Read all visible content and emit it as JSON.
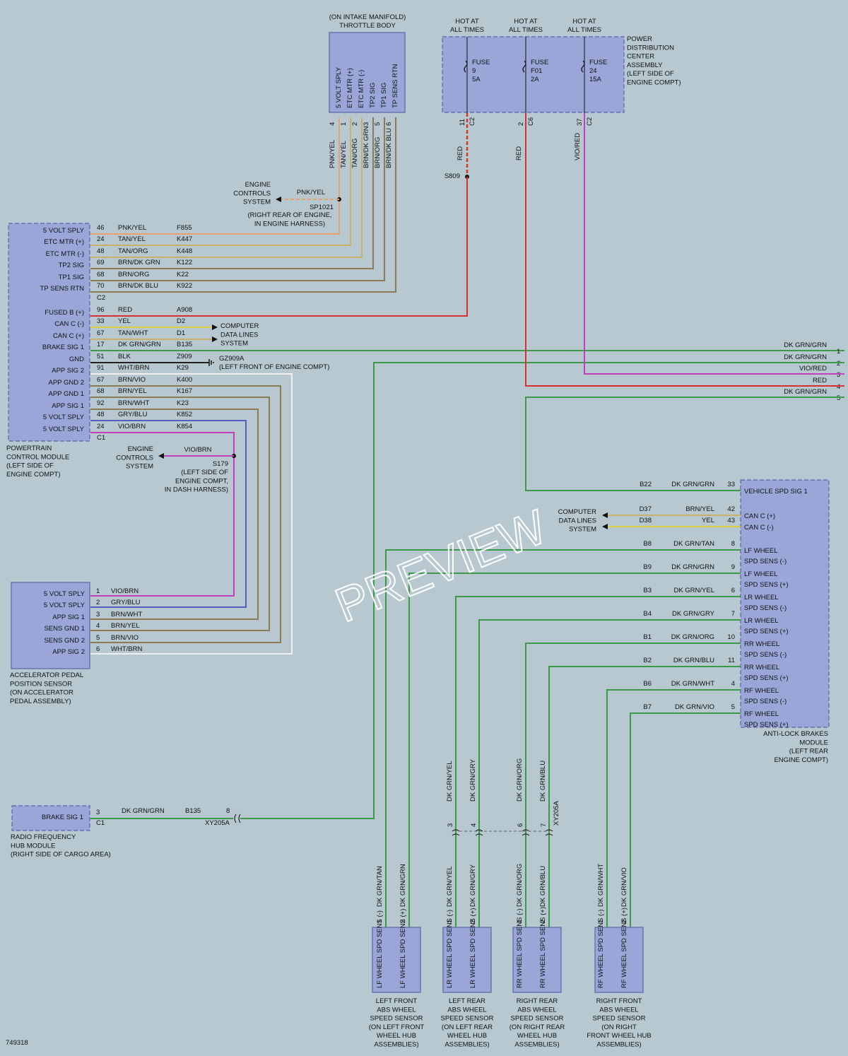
{
  "diagram_id": "749318",
  "watermark": "PREVIEW",
  "throttle_body": {
    "title_l1": "(ON INTAKE MANIFOLD)",
    "title_l2": "THROTTLE BODY",
    "pins": [
      {
        "label": "5 VOLT SPLY",
        "num": "4",
        "wire": "PNK/YEL"
      },
      {
        "label": "ETC MTR (+)",
        "num": "1",
        "wire": "TAN/YEL"
      },
      {
        "label": "ETC MTR (-)",
        "num": "2",
        "wire": "TAN/ORG"
      },
      {
        "label": "TP2 SIG",
        "num": "3",
        "wire": "BRN/DK GRN"
      },
      {
        "label": "TP1 SIG",
        "num": "5",
        "wire": "BRN/ORG"
      },
      {
        "label": "TP SENS RTN",
        "num": "6",
        "wire": "BRN/DK BLU"
      }
    ]
  },
  "pdc": {
    "title": [
      "POWER",
      "DISTRIBUTION",
      "CENTER",
      "ASSEMBLY",
      "(LEFT SIDE OF",
      "ENGINE COMPT)"
    ],
    "hot": "HOT AT",
    "all_times": "ALL TIMES",
    "fuses": [
      {
        "fuse": "FUSE",
        "num": "9",
        "amp": "5A",
        "pin": "11",
        "conn": "C2",
        "wire": "RED"
      },
      {
        "fuse": "FUSE",
        "num": "F01",
        "amp": "2A",
        "pin": "2",
        "conn": "C6",
        "wire": "RED"
      },
      {
        "fuse": "FUSE",
        "num": "24",
        "amp": "15A",
        "pin": "37",
        "conn": "C2",
        "wire": "VIO/RED"
      }
    ]
  },
  "splices": {
    "s809": "S809",
    "sp1021": "SP1021",
    "sp1021_loc": [
      "(RIGHT REAR OF ENGINE,",
      "IN ENGINE HARNESS)"
    ],
    "s179": "S179",
    "s179_loc": [
      "(LEFT SIDE OF",
      "ENGINE COMPT,",
      "IN DASH HARNESS)"
    ],
    "ecs": [
      "ENGINE",
      "CONTROLS",
      "SYSTEM"
    ],
    "pnk_yel": "PNK/YEL",
    "vio_brn": "VIO/BRN",
    "gz909a": "GZ909A",
    "gz909a_loc": "(LEFT FRONT OF ENGINE COMPT)",
    "cdl": [
      "COMPUTER",
      "DATA LINES",
      "SYSTEM"
    ]
  },
  "pcm": {
    "title": [
      "POWERTRAIN",
      "CONTROL MODULE",
      "(LEFT SIDE OF",
      "ENGINE COMPT)"
    ],
    "c2": "C2",
    "c1": "C1",
    "pins": [
      {
        "label": "5 VOLT SPLY",
        "num": "46",
        "wire": "PNK/YEL",
        "circuit": "F855"
      },
      {
        "label": "ETC MTR (+)",
        "num": "24",
        "wire": "TAN/YEL",
        "circuit": "K447"
      },
      {
        "label": "ETC MTR (-)",
        "num": "48",
        "wire": "TAN/ORG",
        "circuit": "K448"
      },
      {
        "label": "TP2 SIG",
        "num": "69",
        "wire": "BRN/DK GRN",
        "circuit": "K122"
      },
      {
        "label": "TP1 SIG",
        "num": "68",
        "wire": "BRN/ORG",
        "circuit": "K22"
      },
      {
        "label": "TP SENS RTN",
        "num": "70",
        "wire": "BRN/DK BLU",
        "circuit": "K922"
      },
      {
        "label": "FUSED B (+)",
        "num": "96",
        "wire": "RED",
        "circuit": "A908"
      },
      {
        "label": "CAN C (-)",
        "num": "33",
        "wire": "YEL",
        "circuit": "D2"
      },
      {
        "label": "CAN C (+)",
        "num": "67",
        "wire": "TAN/WHT",
        "circuit": "D1"
      },
      {
        "label": "BRAKE SIG 1",
        "num": "17",
        "wire": "DK GRN/GRN",
        "circuit": "B135"
      },
      {
        "label": "GND",
        "num": "51",
        "wire": "BLK",
        "circuit": "Z909"
      },
      {
        "label": "APP SIG 2",
        "num": "91",
        "wire": "WHT/BRN",
        "circuit": "K29"
      },
      {
        "label": "APP GND 2",
        "num": "67",
        "wire": "BRN/VIO",
        "circuit": "K400"
      },
      {
        "label": "APP GND 1",
        "num": "68",
        "wire": "BRN/YEL",
        "circuit": "K167"
      },
      {
        "label": "APP SIG 1",
        "num": "92",
        "wire": "BRN/WHT",
        "circuit": "K23"
      },
      {
        "label": "5 VOLT SPLY",
        "num": "48",
        "wire": "GRY/BLU",
        "circuit": "K852"
      },
      {
        "label": "5 VOLT SPLY",
        "num": "24",
        "wire": "VIO/BRN",
        "circuit": "K854"
      }
    ]
  },
  "right_connector": [
    {
      "num": "1",
      "wire": "DK GRN/GRN"
    },
    {
      "num": "2",
      "wire": "DK GRN/GRN"
    },
    {
      "num": "3",
      "wire": "VIO/RED"
    },
    {
      "num": "4",
      "wire": "RED"
    },
    {
      "num": "5",
      "wire": "DK GRN/GRN"
    }
  ],
  "apps": {
    "title": [
      "ACCELERATOR PEDAL",
      "POSITION SENSOR",
      "(ON ACCELERATOR",
      "PEDAL ASSEMBLY)"
    ],
    "pins": [
      {
        "label": "5 VOLT SPLY",
        "num": "1",
        "wire": "VIO/BRN"
      },
      {
        "label": "5 VOLT SPLY",
        "num": "2",
        "wire": "GRY/BLU"
      },
      {
        "label": "APP SIG 1",
        "num": "3",
        "wire": "BRN/WHT"
      },
      {
        "label": "SENS GND 1",
        "num": "4",
        "wire": "BRN/YEL"
      },
      {
        "label": "SENS GND 2",
        "num": "5",
        "wire": "BRN/VIO"
      },
      {
        "label": "APP SIG 2",
        "num": "6",
        "wire": "WHT/BRN"
      }
    ]
  },
  "rfhm": {
    "title": [
      "RADIO FREQUENCY",
      "HUB MODULE",
      "(RIGHT SIDE OF CARGO AREA)"
    ],
    "pin_label": "BRAKE SIG 1",
    "num": "3",
    "conn": "C1",
    "wire": "DK GRN/GRN",
    "circuit": "B135",
    "inline_num": "8",
    "inline_conn": "XY205A"
  },
  "abs": {
    "title": [
      "ANTI-LOCK BRAKES",
      "MODULE",
      "(LEFT REAR",
      "ENGINE COMPT)"
    ],
    "pins": [
      {
        "cav": "B22",
        "wire": "DK GRN/GRN",
        "num": "33",
        "l1": "VEHICLE SPD SIG 1",
        "l2": ""
      },
      {
        "cav": "D37",
        "wire": "BRN/YEL",
        "num": "42",
        "l1": "CAN C (+)",
        "l2": ""
      },
      {
        "cav": "D38",
        "wire": "YEL",
        "num": "43",
        "l1": "CAN C (-)",
        "l2": ""
      },
      {
        "cav": "B8",
        "wire": "DK GRN/TAN",
        "num": "8",
        "l1": "LF WHEEL",
        "l2": "SPD SENS (-)"
      },
      {
        "cav": "B9",
        "wire": "DK GRN/GRN",
        "num": "9",
        "l1": "LF WHEEL",
        "l2": "SPD SENS (+)"
      },
      {
        "cav": "B3",
        "wire": "DK GRN/YEL",
        "num": "6",
        "l1": "LR WHEEL",
        "l2": "SPD SENS (-)"
      },
      {
        "cav": "B4",
        "wire": "DK GRN/GRY",
        "num": "7",
        "l1": "LR WHEEL",
        "l2": "SPD SENS (+)"
      },
      {
        "cav": "B1",
        "wire": "DK GRN/ORG",
        "num": "10",
        "l1": "RR WHEEL",
        "l2": "SPD SENS (-)"
      },
      {
        "cav": "B2",
        "wire": "DK GRN/BLU",
        "num": "11",
        "l1": "RR WHEEL",
        "l2": "SPD SENS (+)"
      },
      {
        "cav": "B6",
        "wire": "DK GRN/WHT",
        "num": "4",
        "l1": "RF WHEEL",
        "l2": "SPD SENS (-)"
      },
      {
        "cav": "B7",
        "wire": "DK GRN/VIO",
        "num": "5",
        "l1": "RF WHEEL",
        "l2": "SPD SENS (+)"
      }
    ]
  },
  "xy205a_mid": {
    "label": "XY205A",
    "pins": [
      "3",
      "4",
      "6",
      "7"
    ]
  },
  "wheel_sensors": [
    {
      "w1": "DK GRN/TAN",
      "w2": "DK GRN/GRN",
      "p1": "LF WHEEL SPD SENS (-)",
      "p2": "LF WHEEL SPD SENS (+)",
      "mid1": "",
      "mid2": "",
      "title": [
        "LEFT FRONT",
        "ABS WHEEL",
        "SPEED SENSOR",
        "(ON LEFT FRONT",
        "WHEEL HUB",
        "ASSEMBLIES)"
      ]
    },
    {
      "w1": "DK GRN/YEL",
      "w2": "DK GRN/GRY",
      "p1": "LR WHEEL SPD SENS (-)",
      "p2": "LR WHEEL SPD SENS (+)",
      "mid1": "DK GRN/YEL",
      "mid2": "DK GRN/GRY",
      "title": [
        "LEFT REAR",
        "ABS WHEEL",
        "SPEED SENSOR",
        "(ON LEFT REAR",
        "WHEEL HUB",
        "ASSEMBLIES)"
      ]
    },
    {
      "w1": "DK GRN/ORG",
      "w2": "DK GRN/BLU",
      "p1": "RR WHEEL SPD SENS (-)",
      "p2": "RR WHEEL SPD SENS (+)",
      "mid1": "DK GRN/ORG",
      "mid2": "DK GRN/BLU",
      "title": [
        "RIGHT REAR",
        "ABS WHEEL",
        "SPEED SENSOR",
        "(ON RIGHT REAR",
        "WHEEL HUB",
        "ASSEMBLIES)"
      ]
    },
    {
      "w1": "DK GRN/WHT",
      "w2": "DK GRN/VIO",
      "p1": "RF WHEEL SPD SENS (-)",
      "p2": "RF WHEEL SPD SENS (+)",
      "mid1": "",
      "mid2": "",
      "title": [
        "RIGHT FRONT",
        "ABS WHEEL",
        "SPEED SENSOR",
        "(ON RIGHT",
        "FRONT WHEEL HUB",
        "ASSEMBLIES)"
      ]
    }
  ],
  "colors": {
    "background": "#b7c8d0",
    "module": "#9aa6d8",
    "pink_yel": "#e8a070",
    "tan": "#c8b06a",
    "brown": "#8c7a55",
    "red": "#d83030",
    "yellow": "#d8d040",
    "green": "#3a9a48",
    "black": "#222222",
    "white": "#f0f0f0",
    "violet": "#c040c0",
    "blue": "#5060c0"
  }
}
